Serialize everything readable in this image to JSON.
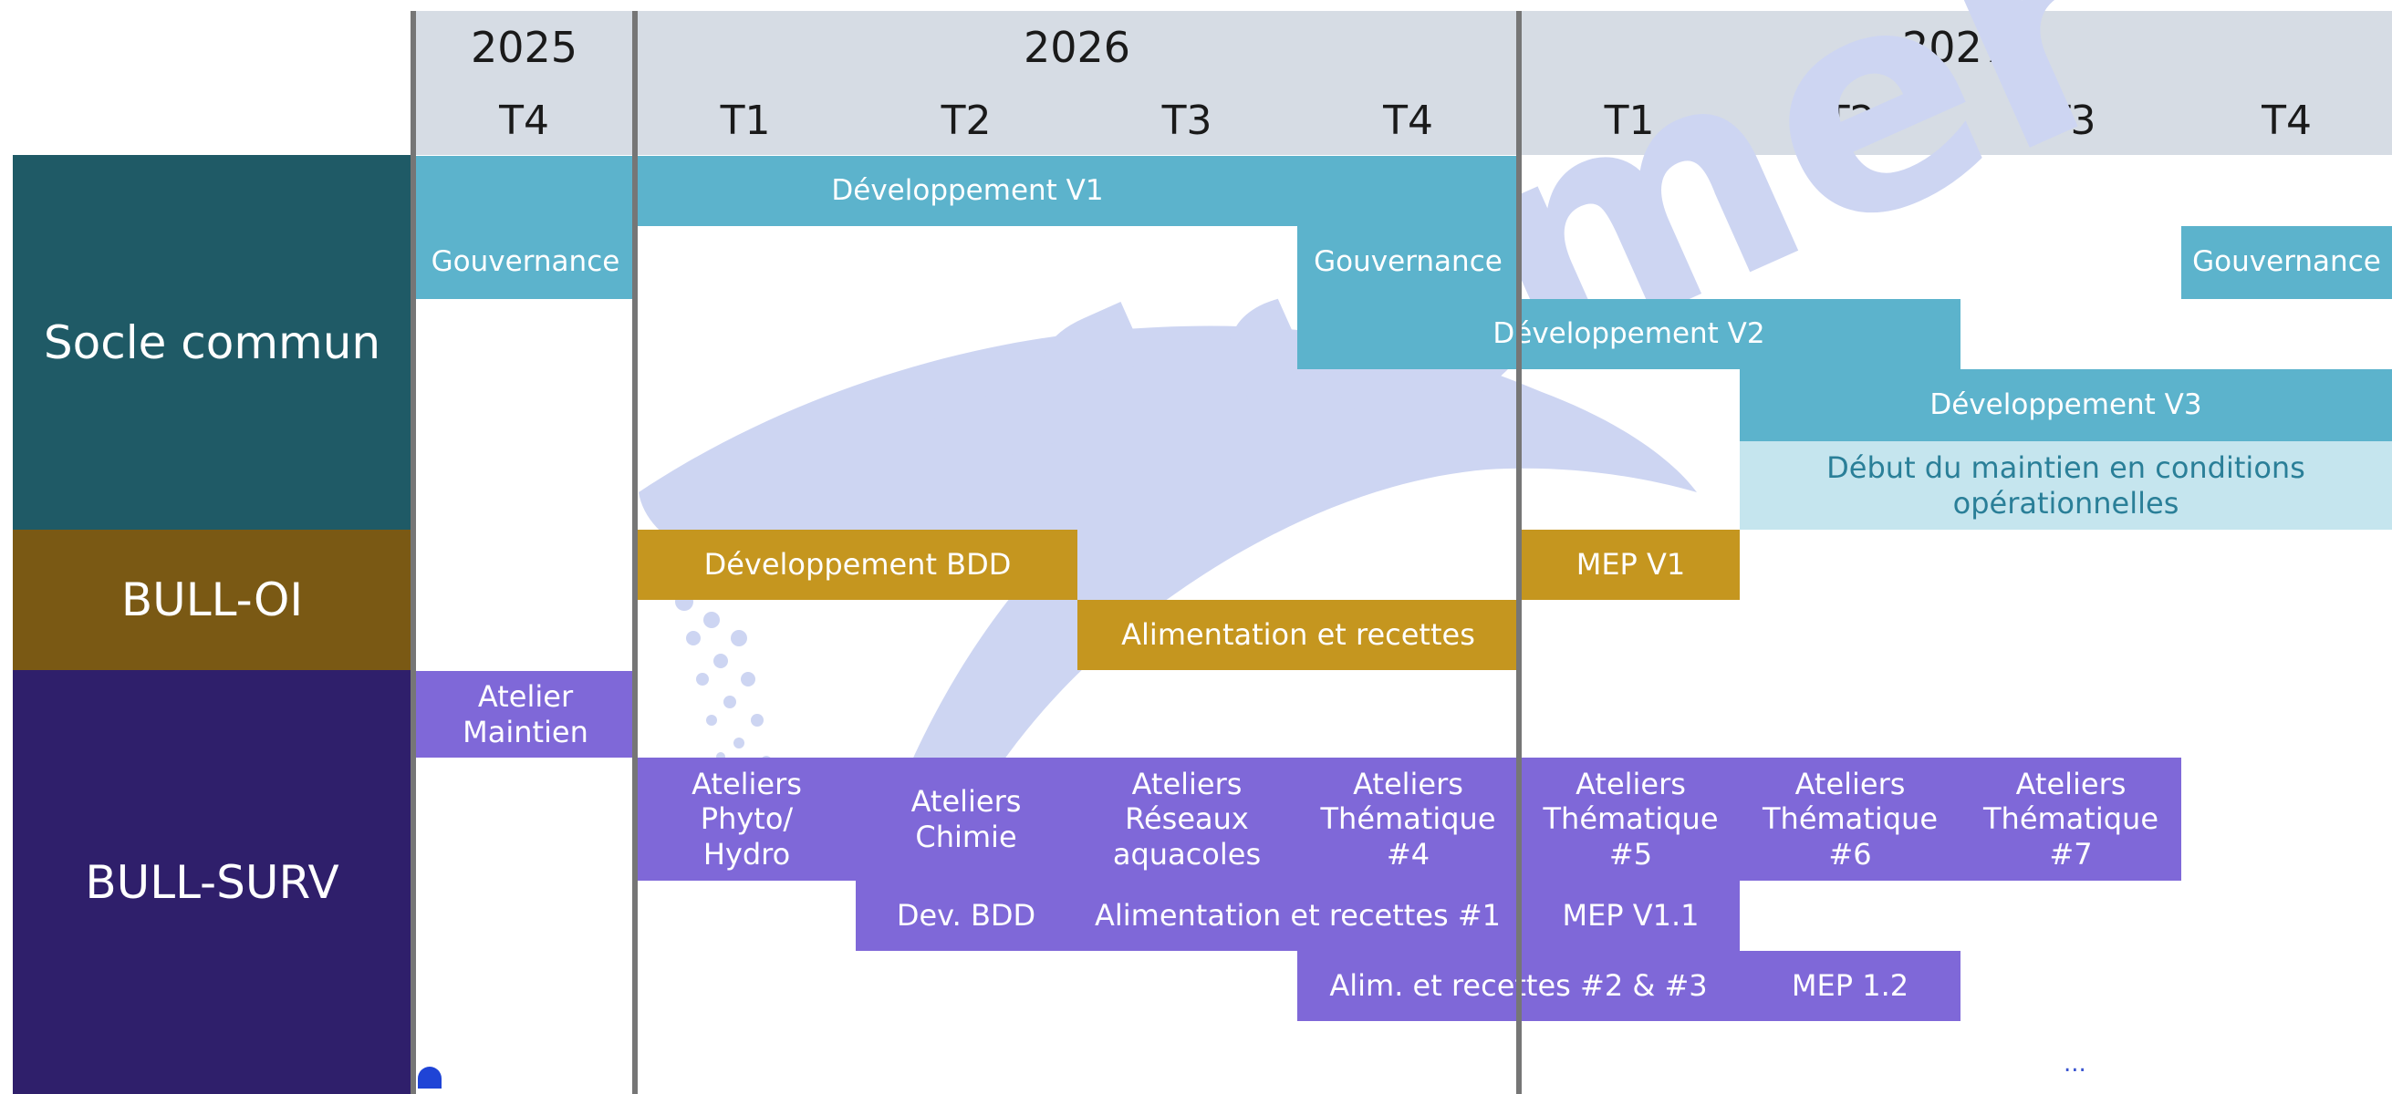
{
  "timeline": {
    "years": [
      {
        "id": "y2025",
        "label": "2025"
      },
      {
        "id": "y2026",
        "label": "2026"
      },
      {
        "id": "y2027",
        "label": "2027"
      }
    ],
    "quarters": [
      "T4",
      "T1",
      "T2",
      "T3",
      "T4",
      "T1",
      "T2",
      "T3",
      "T4"
    ]
  },
  "rows": [
    {
      "id": "socle",
      "label": "Socle commun",
      "color": "#1f5a66"
    },
    {
      "id": "bull-oi",
      "label": "BULL-OI",
      "color": "#7a5914"
    },
    {
      "id": "bull-surv",
      "label": "BULL-SURV",
      "color": "#2f1f6b"
    }
  ],
  "tasks": {
    "socle": {
      "dev_v1": "Développement V1",
      "gouv_1": "Gouvernance",
      "gouv_2": "Gouvernance",
      "gouv_3": "Gouvernance",
      "dev_v2": "Développement V2",
      "dev_v3": "Développement V3",
      "mco": "Début du maintien en conditions opérationnelles"
    },
    "bull_oi": {
      "dev_bdd": "Développement BDD",
      "mep_v1": "MEP V1",
      "alimentation": "Alimentation et recettes"
    },
    "bull_surv": {
      "atelier_maintien": "Atelier Maintien",
      "ateliers_phyto": "Ateliers Phyto/ Hydro",
      "ateliers_chimie": "Ateliers Chimie",
      "ateliers_reseaux": "Ateliers Réseaux aquacoles",
      "ateliers_them4": "Ateliers Thématique #4",
      "ateliers_them5": "Ateliers Thématique #5",
      "ateliers_them6": "Ateliers Thématique #6",
      "ateliers_them7": "Ateliers Thématique #7",
      "dev_bdd": "Dev. BDD",
      "alim_1": "Alimentation et recettes #1",
      "mep_v11": "MEP V1.1",
      "alim_23": "Alim. et recettes #2 & #3",
      "mep_12": "MEP 1.2"
    }
  },
  "colors": {
    "header": "#d6dce4",
    "socle_task": "#5cb3cc",
    "socle_task_light": "#c5e5ee",
    "oi_task": "#c5961f",
    "surv_task": "#7f68d8",
    "divider": "#767676",
    "watermark": "#cdd5f2"
  },
  "watermark": {
    "text": "Ifremer",
    "ellipsis": "..."
  }
}
